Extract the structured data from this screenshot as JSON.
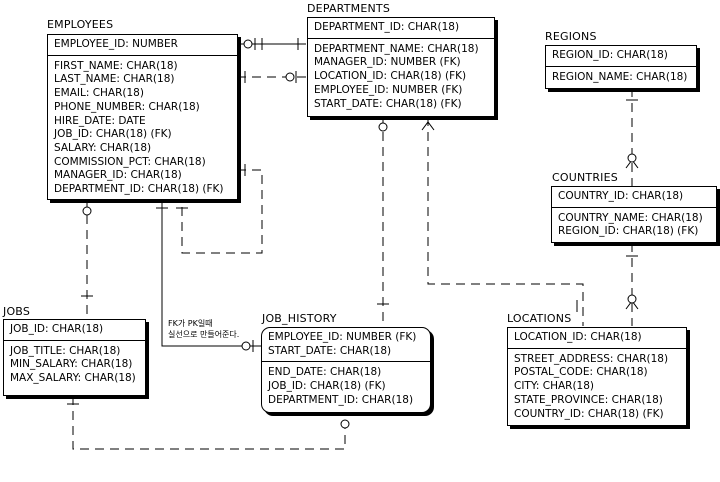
{
  "entities": {
    "employees": {
      "title": "EMPLOYEES",
      "pk": [
        "EMPLOYEE_ID: NUMBER"
      ],
      "attributes": [
        "FIRST_NAME: CHAR(18)",
        "LAST_NAME: CHAR(18)",
        "EMAIL: CHAR(18)",
        "PHONE_NUMBER: CHAR(18)",
        "HIRE_DATE: DATE",
        "JOB_ID: CHAR(18) (FK)",
        "SALARY: CHAR(18)",
        "COMMISSION_PCT: CHAR(18)",
        "MANAGER_ID: CHAR(18)",
        "DEPARTMENT_ID: CHAR(18) (FK)"
      ]
    },
    "departments": {
      "title": "DEPARTMENTS",
      "pk": [
        "DEPARTMENT_ID: CHAR(18)"
      ],
      "attributes": [
        "DEPARTMENT_NAME: CHAR(18)",
        "MANAGER_ID: NUMBER (FK)",
        "LOCATION_ID: CHAR(18) (FK)",
        "EMPLOYEE_ID: NUMBER (FK)",
        "START_DATE: CHAR(18) (FK)"
      ]
    },
    "regions": {
      "title": "REGIONS",
      "pk": [
        "REGION_ID: CHAR(18)"
      ],
      "attributes": [
        "REGION_NAME: CHAR(18)"
      ]
    },
    "countries": {
      "title": "COUNTRIES",
      "pk": [
        "COUNTRY_ID: CHAR(18)"
      ],
      "attributes": [
        "COUNTRY_NAME: CHAR(18)",
        "REGION_ID: CHAR(18) (FK)"
      ]
    },
    "jobs": {
      "title": "JOBS",
      "pk": [
        "JOB_ID: CHAR(18)"
      ],
      "attributes": [
        "JOB_TITLE: CHAR(18)",
        "MIN_SALARY: CHAR(18)",
        "MAX_SALARY: CHAR(18)"
      ]
    },
    "job_history": {
      "title": "JOB_HISTORY",
      "pk": [
        "EMPLOYEE_ID: NUMBER (FK)",
        "START_DATE: CHAR(18)"
      ],
      "attributes": [
        "END_DATE: CHAR(18)",
        "JOB_ID: CHAR(18) (FK)",
        "DEPARTMENT_ID: CHAR(18)"
      ]
    },
    "locations": {
      "title": "LOCATIONS",
      "pk": [
        "LOCATION_ID: CHAR(18)"
      ],
      "attributes": [
        "STREET_ADDRESS: CHAR(18)",
        "POSTAL_CODE: CHAR(18)",
        "CITY: CHAR(18)",
        "STATE_PROVINCE: CHAR(18)",
        "COUNTRY_ID: CHAR(18) (FK)"
      ]
    }
  },
  "note": {
    "line1": "FK가 PK일때",
    "line2": "실선으로 만들어준다."
  },
  "colors": {
    "line": "#000000",
    "background": "#ffffff"
  }
}
